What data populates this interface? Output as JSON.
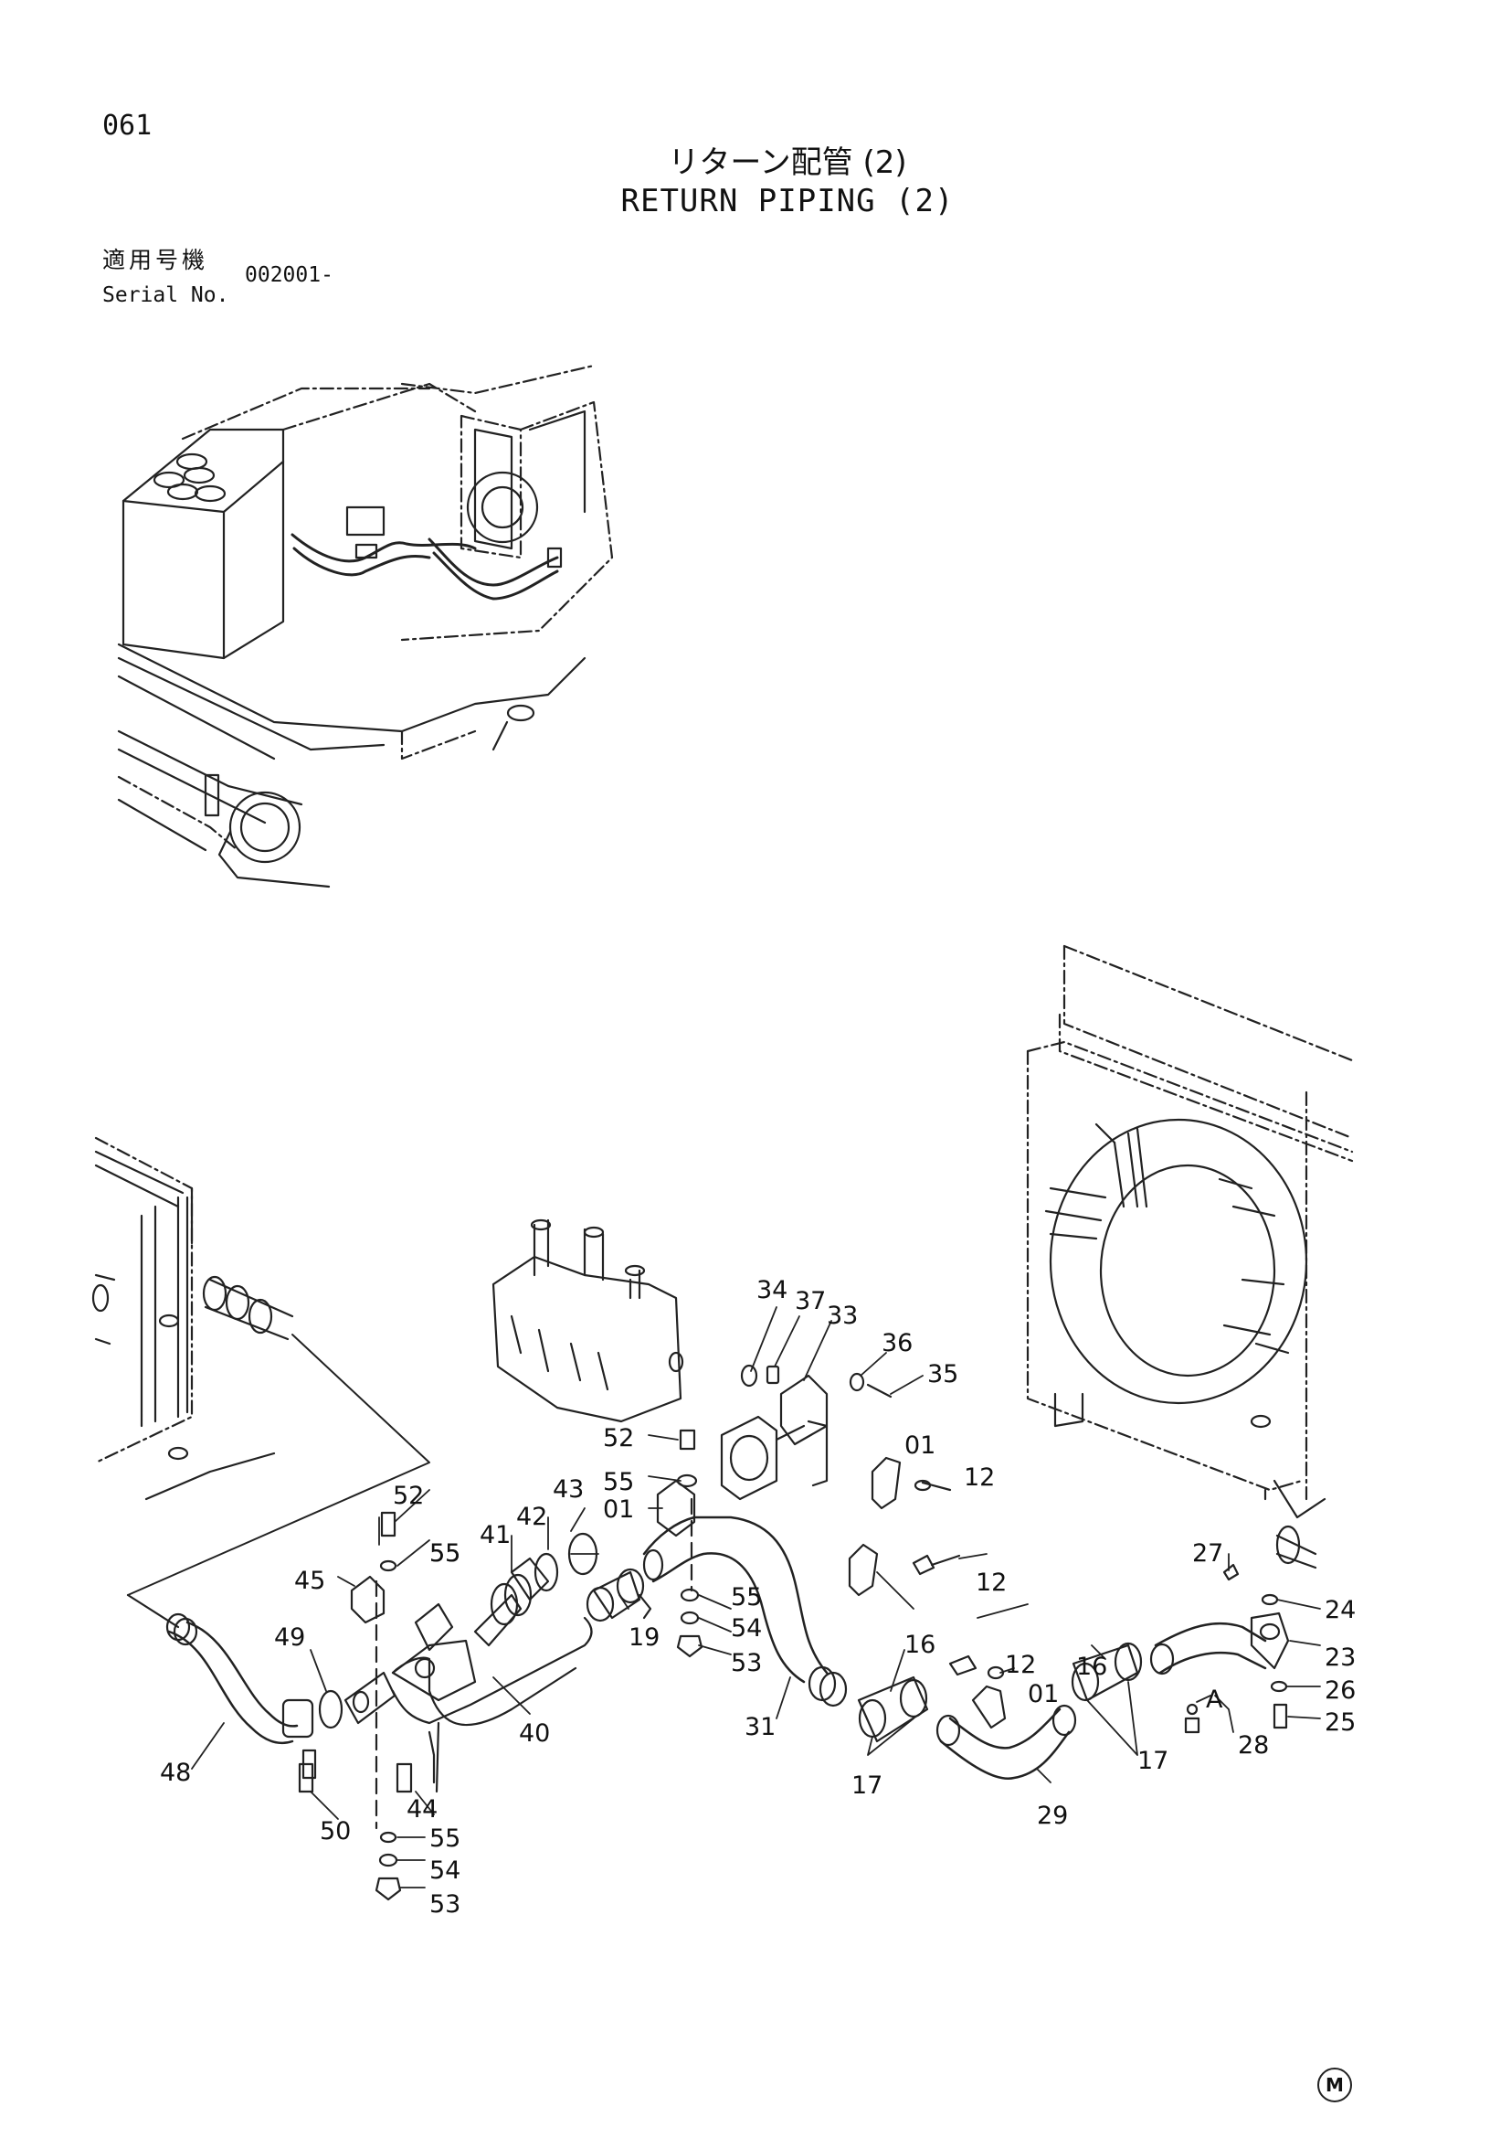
{
  "header": {
    "page_number": "061",
    "title_jp": "リターン配管 (2)",
    "title_en": "RETURN PIPING (2)",
    "serial_label_jp": "適用号機",
    "serial_label_en": "Serial No.",
    "serial_value": "002001-"
  },
  "callouts": [
    "34",
    "37",
    "33",
    "36",
    "35",
    "52",
    "55",
    "01",
    "12",
    "43",
    "42",
    "41",
    "45",
    "55",
    "49",
    "19",
    "55",
    "54",
    "53",
    "40",
    "31",
    "16",
    "17",
    "12",
    "01",
    "29",
    "16",
    "17",
    "27",
    "24",
    "23",
    "26",
    "A",
    "28",
    "25",
    "48",
    "50",
    "44",
    "55",
    "54",
    "53",
    "52",
    "55",
    "01",
    "12"
  ],
  "footer": {
    "mark": "M"
  }
}
